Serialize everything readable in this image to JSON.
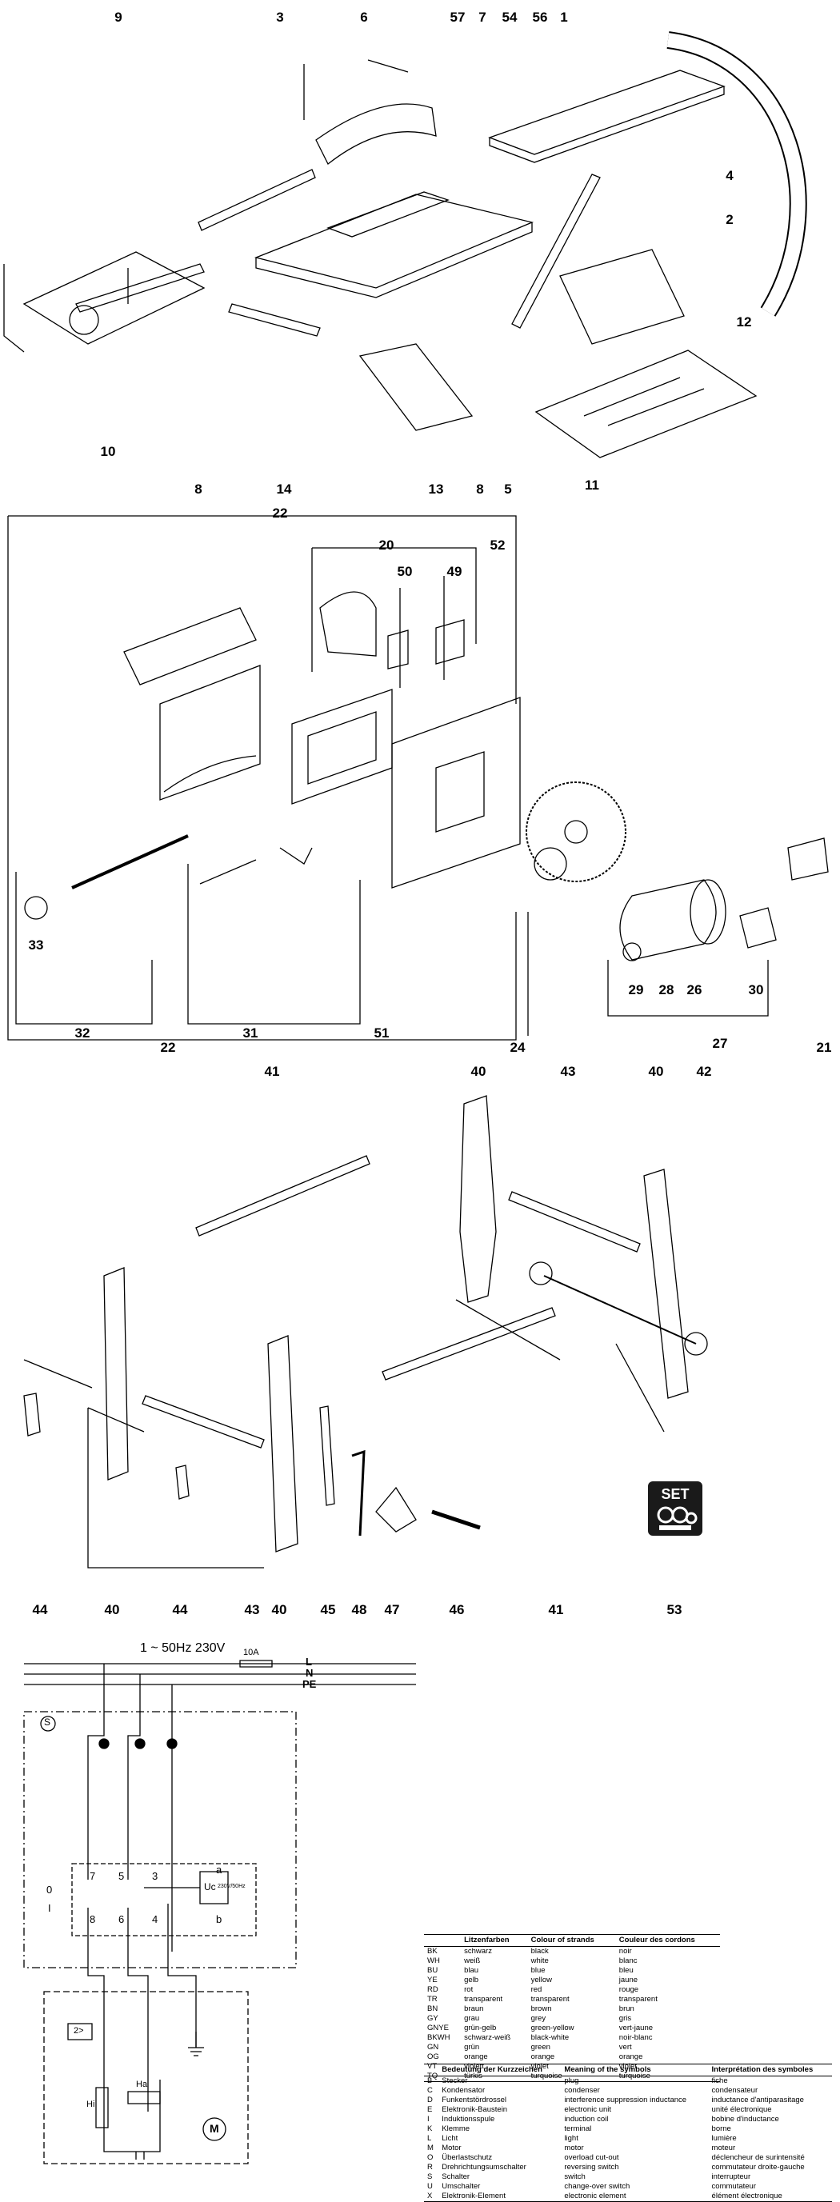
{
  "part_labels": [
    {
      "id": "p9",
      "text": "9"
    },
    {
      "id": "p3",
      "text": "3"
    },
    {
      "id": "p6",
      "text": "6"
    },
    {
      "id": "p57",
      "text": "57"
    },
    {
      "id": "p7",
      "text": "7"
    },
    {
      "id": "p54",
      "text": "54"
    },
    {
      "id": "p56",
      "text": "56"
    },
    {
      "id": "p1",
      "text": "1"
    },
    {
      "id": "p4",
      "text": "4"
    },
    {
      "id": "p2",
      "text": "2"
    },
    {
      "id": "p12",
      "text": "12"
    },
    {
      "id": "p10",
      "text": "10"
    },
    {
      "id": "p8a",
      "text": "8"
    },
    {
      "id": "p14",
      "text": "14"
    },
    {
      "id": "p13",
      "text": "13"
    },
    {
      "id": "p8b",
      "text": "8"
    },
    {
      "id": "p5",
      "text": "5"
    },
    {
      "id": "p11",
      "text": "11"
    },
    {
      "id": "p22a",
      "text": "22"
    },
    {
      "id": "p20",
      "text": "20"
    },
    {
      "id": "p50",
      "text": "50"
    },
    {
      "id": "p49",
      "text": "49"
    },
    {
      "id": "p52",
      "text": "52"
    },
    {
      "id": "p33",
      "text": "33"
    },
    {
      "id": "p32",
      "text": "32"
    },
    {
      "id": "p31",
      "text": "31"
    },
    {
      "id": "p51",
      "text": "51"
    },
    {
      "id": "p22b",
      "text": "22"
    },
    {
      "id": "p24",
      "text": "24"
    },
    {
      "id": "p29",
      "text": "29"
    },
    {
      "id": "p28",
      "text": "28"
    },
    {
      "id": "p26",
      "text": "26"
    },
    {
      "id": "p27",
      "text": "27"
    },
    {
      "id": "p30",
      "text": "30"
    },
    {
      "id": "p21",
      "text": "21"
    },
    {
      "id": "p41a",
      "text": "41"
    },
    {
      "id": "p40a",
      "text": "40"
    },
    {
      "id": "p43a",
      "text": "43"
    },
    {
      "id": "p40b",
      "text": "40"
    },
    {
      "id": "p42",
      "text": "42"
    },
    {
      "id": "p44a",
      "text": "44"
    },
    {
      "id": "p40c",
      "text": "40"
    },
    {
      "id": "p44b",
      "text": "44"
    },
    {
      "id": "p43b",
      "text": "43"
    },
    {
      "id": "p40d",
      "text": "40"
    },
    {
      "id": "p45",
      "text": "45"
    },
    {
      "id": "p48",
      "text": "48"
    },
    {
      "id": "p47",
      "text": "47"
    },
    {
      "id": "p46",
      "text": "46"
    },
    {
      "id": "p41b",
      "text": "41"
    },
    {
      "id": "p53",
      "text": "53"
    }
  ],
  "set_badge": {
    "text": "SET"
  },
  "circuit": {
    "supply": "1 ~ 50Hz 230V",
    "fuse": "10A",
    "lines": [
      "L",
      "N",
      "PE"
    ],
    "switch_label": "S",
    "terminals": [
      "7",
      "5",
      "3",
      "8",
      "6",
      "4",
      "a",
      "b"
    ],
    "positions": [
      "0",
      "I"
    ],
    "coil": "Uc",
    "coil_note": "230V/50Hz",
    "ha": "Ha",
    "hi": "Hi",
    "box_label": "2>",
    "motor": "M"
  },
  "color_table": {
    "headers": [
      "",
      "Litzenfarben",
      "Colour of strands",
      "Couleur des cordons"
    ],
    "rows": [
      [
        "BK",
        "schwarz",
        "black",
        "noir"
      ],
      [
        "WH",
        "weiß",
        "white",
        "blanc"
      ],
      [
        "BU",
        "blau",
        "blue",
        "bleu"
      ],
      [
        "YE",
        "gelb",
        "yellow",
        "jaune"
      ],
      [
        "RD",
        "rot",
        "red",
        "rouge"
      ],
      [
        "TR",
        "transparent",
        "transparent",
        "transparent"
      ],
      [
        "BN",
        "braun",
        "brown",
        "brun"
      ],
      [
        "GY",
        "grau",
        "grey",
        "gris"
      ],
      [
        "GNYE",
        "grün-gelb",
        "green-yellow",
        "vert-jaune"
      ],
      [
        "BKWH",
        "schwarz-weiß",
        "black-white",
        "noir-blanc"
      ],
      [
        "GN",
        "grün",
        "green",
        "vert"
      ],
      [
        "OG",
        "orange",
        "orange",
        "orange"
      ],
      [
        "VT",
        "violett",
        "violet",
        "violet"
      ],
      [
        "TQ",
        "türkis",
        "turquoise",
        "turquoise"
      ]
    ]
  },
  "symbol_table": {
    "headers": [
      "",
      "Bedeutung der Kurzzeichen",
      "Meaning of the symbols",
      "Interprétation des symboles"
    ],
    "rows": [
      [
        "B",
        "Stecker",
        "plug",
        "fiche"
      ],
      [
        "C",
        "Kondensator",
        "condenser",
        "condensateur"
      ],
      [
        "D",
        "Funkentstördrossel",
        "interference suppression inductance",
        "inductance d'antiparasitage"
      ],
      [
        "E",
        "Elektronik-Baustein",
        "electronic unit",
        "unité électronique"
      ],
      [
        "I",
        "Induktionsspule",
        "induction coil",
        "bobine d'inductance"
      ],
      [
        "K",
        "Klemme",
        "terminal",
        "borne"
      ],
      [
        "L",
        "Licht",
        "light",
        "lumière"
      ],
      [
        "M",
        "Motor",
        "motor",
        "moteur"
      ],
      [
        "O",
        "Überlastschutz",
        "overload cut-out",
        "déclencheur de surintensité"
      ],
      [
        "R",
        "Drehrichtungsumschalter",
        "reversing switch",
        "commutateur droite-gauche"
      ],
      [
        "S",
        "Schalter",
        "switch",
        "interrupteur"
      ],
      [
        "U",
        "Umschalter",
        "change-over switch",
        "commutateur"
      ],
      [
        "X",
        "Elektronik-Element",
        "electronic element",
        "élément électronique"
      ]
    ]
  }
}
